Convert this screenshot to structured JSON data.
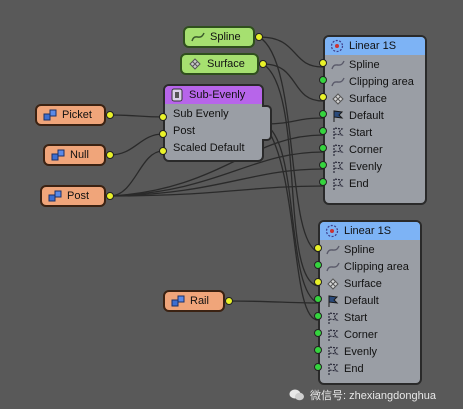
{
  "colors": {
    "background": "#595959",
    "input_node_green": "#a6e070",
    "input_node_orange": "#f0a57a",
    "header_blue": "#7db3f5",
    "header_purple": "#b765ea",
    "panel_body": "#9a9ea5",
    "port_yellow": "#e9f229",
    "port_green": "#35d43e"
  },
  "nodes": {
    "spline": {
      "label": "Spline",
      "icon": "spline-curve-icon"
    },
    "surface": {
      "label": "Surface",
      "icon": "surface-grid-icon"
    },
    "picket": {
      "label": "Picket",
      "icon": "object-cubes-icon"
    },
    "null": {
      "label": "Null",
      "icon": "object-cubes-icon"
    },
    "post": {
      "label": "Post",
      "icon": "object-cubes-icon"
    },
    "rail": {
      "label": "Rail",
      "icon": "object-cubes-icon"
    }
  },
  "sub_evenly": {
    "title": "Sub-Evenly",
    "icon": "sub-evenly-icon",
    "rows": [
      "Sub Evenly",
      "Post",
      "Scaled Default"
    ]
  },
  "linear1": {
    "title": "Linear 1S",
    "icon": "linear-distribution-icon",
    "rows": [
      {
        "label": "Spline",
        "icon": "spline-curve-icon"
      },
      {
        "label": "Clipping area",
        "icon": "spline-curve-icon"
      },
      {
        "label": "Surface",
        "icon": "surface-grid-icon"
      },
      {
        "label": "Default",
        "icon": "flag-icon"
      },
      {
        "label": "Start",
        "icon": "flag-outline-icon"
      },
      {
        "label": "Corner",
        "icon": "flag-outline-icon"
      },
      {
        "label": "Evenly",
        "icon": "flag-outline-icon"
      },
      {
        "label": "End",
        "icon": "flag-outline-icon"
      }
    ]
  },
  "linear2": {
    "title": "Linear 1S",
    "icon": "linear-distribution-icon",
    "rows": [
      {
        "label": "Spline",
        "icon": "spline-curve-icon"
      },
      {
        "label": "Clipping area",
        "icon": "spline-curve-icon"
      },
      {
        "label": "Surface",
        "icon": "surface-grid-icon"
      },
      {
        "label": "Default",
        "icon": "flag-icon"
      },
      {
        "label": "Start",
        "icon": "flag-outline-icon"
      },
      {
        "label": "Corner",
        "icon": "flag-outline-icon"
      },
      {
        "label": "Evenly",
        "icon": "flag-outline-icon"
      },
      {
        "label": "End",
        "icon": "flag-outline-icon"
      }
    ]
  },
  "watermark": {
    "text": "微信号: zhexiangdonghua",
    "icon": "wechat-icon"
  }
}
